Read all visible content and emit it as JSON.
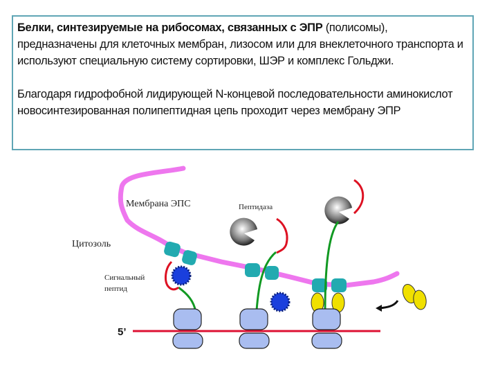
{
  "textbox": {
    "para1_bold": "Белки, синтезируемые на рибосомах, связанных с ЭПР",
    "para1_rest": " (полисомы), предназначены для клеточных мембран, лизосом или для  внеклеточного транспорта и используют специальную систему сортировки, ШЭР и комплекс Гольджи.",
    "para2": "Благодаря гидрофобной лидирующей N-концевой последовательности аминокислот новосинтезированная полипептидная цепь проходит через мембрану ЭПР"
  },
  "diagram": {
    "labels": {
      "membrane": "Мембрана ЭПС",
      "peptidase": "Пептидаза",
      "cytosol": "Цитозоль",
      "signal_peptide_line1": "Сигнальный",
      "signal_peptide_line2": "пептид",
      "five_prime": "5’"
    },
    "colors": {
      "border": "#5fa5b5",
      "membrane": "#ee77ee",
      "translocon": "#22aab0",
      "mrna": "#dd1133",
      "peptide": "#119922",
      "signal": "#dd1122",
      "ribosome": "#a9bdf0",
      "srp": "#1a3fdd",
      "chaperone": "#f0e000"
    }
  }
}
